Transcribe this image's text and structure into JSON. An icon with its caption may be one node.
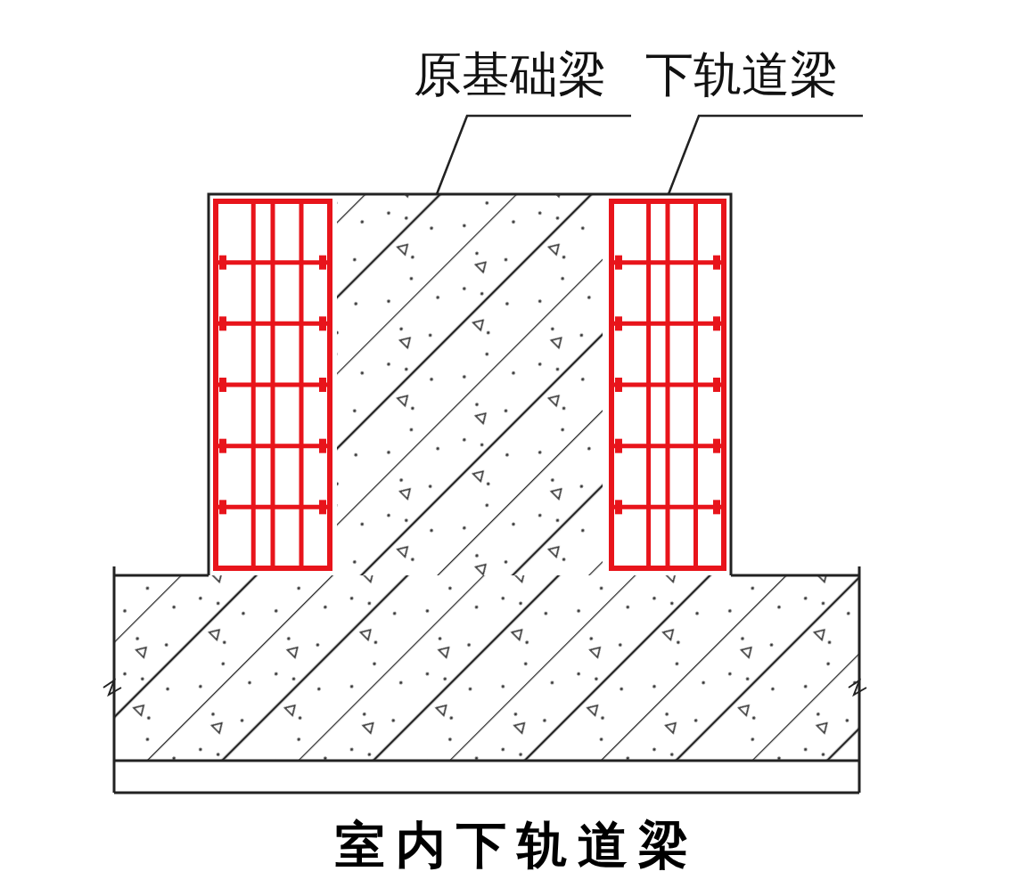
{
  "diagram": {
    "caption": "室内下轨道梁",
    "nodes": [
      {
        "text": [
          "原基础梁"
        ]
      },
      {
        "text": [
          "下轨道梁"
        ]
      },
      {
        "text": [],
        "shape": "box"
      },
      {
        "text": [],
        "shape": "box"
      }
    ],
    "edges": [
      {
        "from": 0,
        "to": 2,
        "arrow": "none"
      },
      {
        "from": 1,
        "to": 3,
        "arrow": "none"
      }
    ]
  }
}
